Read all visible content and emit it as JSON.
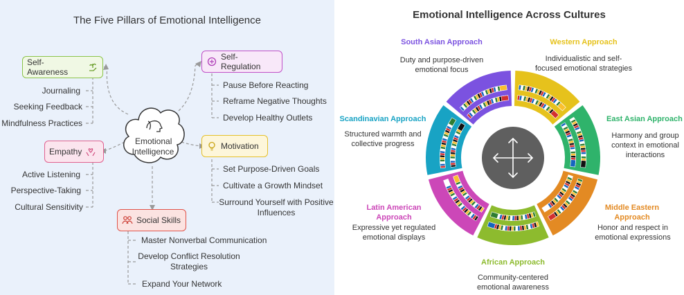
{
  "left": {
    "title": "The Five Pillars of Emotional Intelligence",
    "center": [
      "Emotional",
      "Intelligence"
    ],
    "pillars": {
      "self_awareness": {
        "label": "Self-Awareness",
        "color": "#8bc34a",
        "items": [
          "Journaling",
          "Seeking Feedback",
          "Mindfulness Practices"
        ]
      },
      "self_regulation": {
        "label": "Self-Regulation",
        "color": "#c04fc7",
        "items": [
          "Pause Before Reacting",
          "Reframe Negative Thoughts",
          "Develop Healthy Outlets"
        ]
      },
      "empathy": {
        "label": "Empathy",
        "color": "#e0608f",
        "items": [
          "Active Listening",
          "Perspective-Taking",
          "Cultural Sensitivity"
        ]
      },
      "motivation": {
        "label": "Motivation",
        "color": "#e5c02a",
        "items": [
          "Set Purpose-Driven Goals",
          "Cultivate a Growth Mindset",
          "Surround Yourself with Positive Influences"
        ]
      },
      "social_skills": {
        "label": "Social Skills",
        "color": "#e0534a",
        "items": [
          "Master Nonverbal Communication",
          "Develop Conflict Resolution Strategies",
          "Expand Your Network"
        ]
      }
    }
  },
  "right": {
    "title": "Emotional Intelligence Across Cultures",
    "approaches": {
      "south_asian": {
        "title": "South Asian Approach",
        "desc": "Duty and purpose-driven emotional focus",
        "color": "#7b52e0"
      },
      "western": {
        "title": "Western Approach",
        "desc": "Individualistic and self-focused emotional strategies",
        "color": "#e6c21c"
      },
      "east_asian": {
        "title": "East Asian Approach",
        "desc": "Harmony and group context in emotional interactions",
        "color": "#2fb36b"
      },
      "scandinavian": {
        "title": "Scandinavian Approach",
        "desc": "Structured warmth and collective progress",
        "color": "#18a3c4"
      },
      "middle_eastern": {
        "title": "Middle Eastern Approach",
        "desc": "Honor and respect in emotional expressions",
        "color": "#e38a23"
      },
      "latin_american": {
        "title": "Latin American Approach",
        "desc": "Expressive yet regulated emotional displays",
        "color": "#cc47b8"
      },
      "african": {
        "title": "African Approach",
        "desc": "Community-centered emotional awareness",
        "color": "#8dbb2e"
      }
    }
  }
}
